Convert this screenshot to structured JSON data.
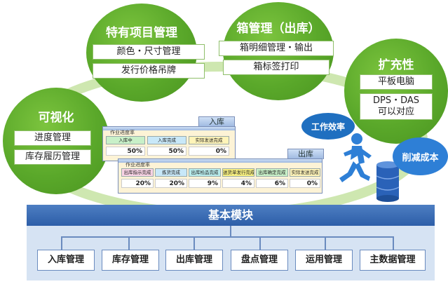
{
  "circles": {
    "unique_items": {
      "title": "特有项目管理",
      "items": [
        "颜色・尺寸管理",
        "发行价格吊牌"
      ]
    },
    "box_management": {
      "title": "箱管理（出库）",
      "items": [
        "箱明细管理・输出",
        "箱标签打印"
      ]
    },
    "expansion": {
      "title": "扩充性",
      "items": [
        "平板电脑",
        "DPS・DAS\n可以对应"
      ]
    },
    "visualization": {
      "title": "可视化",
      "items": [
        "进度管理",
        "库存履历管理"
      ]
    }
  },
  "inbound_panel": {
    "tab": "入库",
    "title": "作业进度率",
    "columns": [
      "入库中",
      "入库完成",
      "实际发送完成"
    ],
    "values": [
      "50%",
      "50%",
      "0%"
    ]
  },
  "outbound_panel": {
    "tab": "出库",
    "title": "作业进度率",
    "columns": [
      "出库指示完成",
      "拣货完成",
      "出库检品完成",
      "送货单发行完成",
      "出库确定完成",
      "实际发送完成"
    ],
    "values": [
      "20%",
      "20%",
      "9%",
      "4%",
      "6%",
      "0%"
    ]
  },
  "badges": {
    "efficiency": "工作效率",
    "cost_reduction": "削减成本"
  },
  "base": {
    "title": "基本模块",
    "modules": [
      "入库管理",
      "库存管理",
      "出库管理",
      "盘点管理",
      "运用管理",
      "主数据管理"
    ]
  },
  "colors": {
    "green": "#5aa82a",
    "blue": "#2d5ea8",
    "badge_blue": "#1f6fc0",
    "runner": "#2e7fd6"
  }
}
